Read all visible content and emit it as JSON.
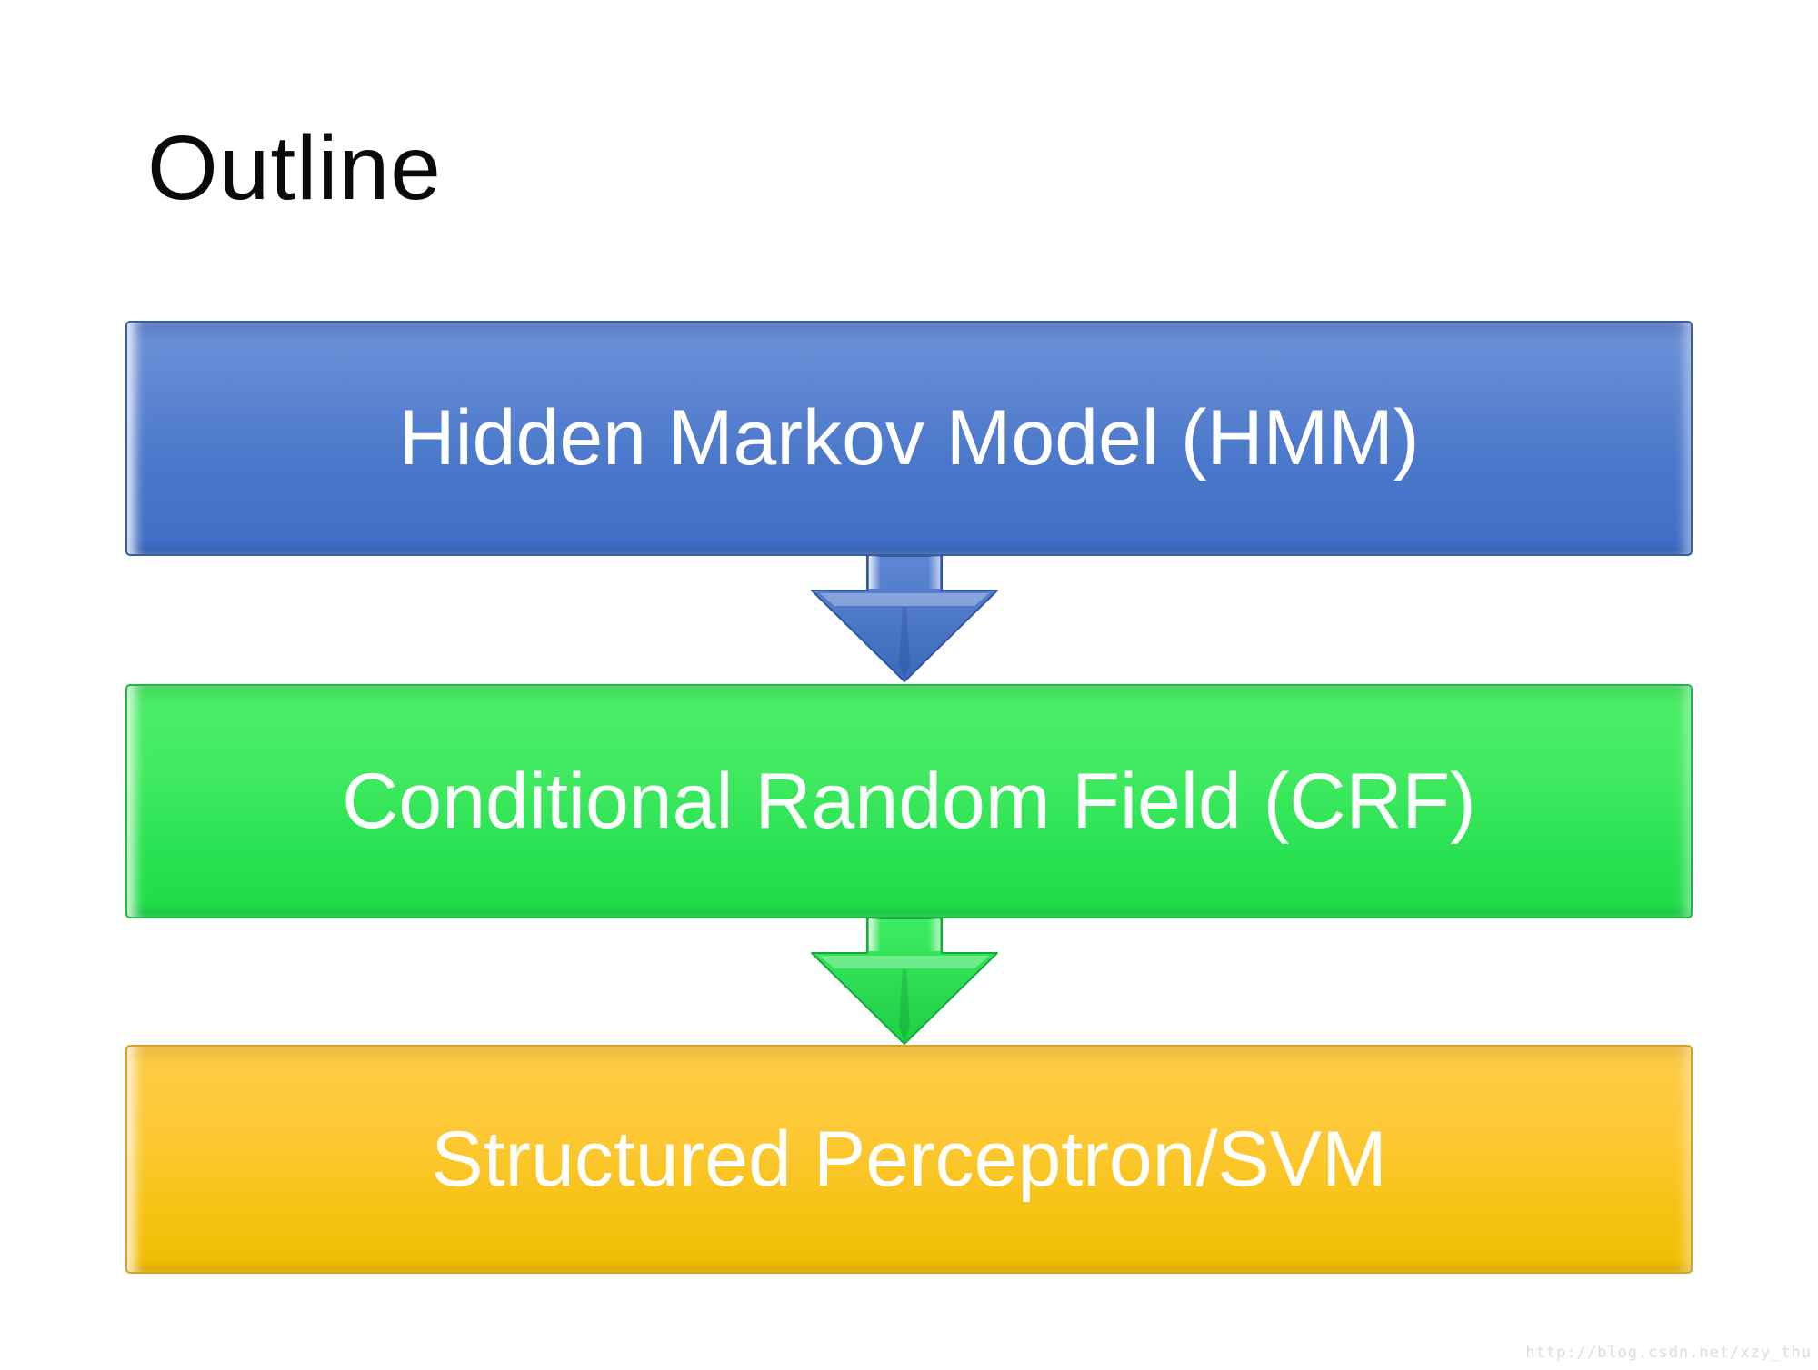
{
  "slide": {
    "title": "Outline",
    "watermark": "http://blog.csdn.net/xzy_thu"
  },
  "diagram": {
    "type": "vertical-flow",
    "boxes": [
      {
        "id": "hmm",
        "label": "Hidden Markov Model (HMM)",
        "fill_top": "#6d92d9",
        "fill_bottom": "#3f6ec4",
        "border": "#35609f",
        "text_color": "#ffffff"
      },
      {
        "id": "crf",
        "label": "Conditional Random Field (CRF)",
        "fill_top": "#4cef68",
        "fill_bottom": "#1edc48",
        "border": "#1fb845",
        "text_color": "#ffffff"
      },
      {
        "id": "perceptron",
        "label": "Structured Perceptron/SVM",
        "fill_top": "#fdcc49",
        "fill_bottom": "#efbd00",
        "border": "#d5a126",
        "text_color": "#ffffff"
      }
    ],
    "arrows": [
      {
        "id": "hmm-to-crf",
        "direction": "down",
        "color": "#4a78ca"
      },
      {
        "id": "crf-to-perceptron",
        "direction": "down",
        "color": "#2ae052"
      }
    ]
  }
}
